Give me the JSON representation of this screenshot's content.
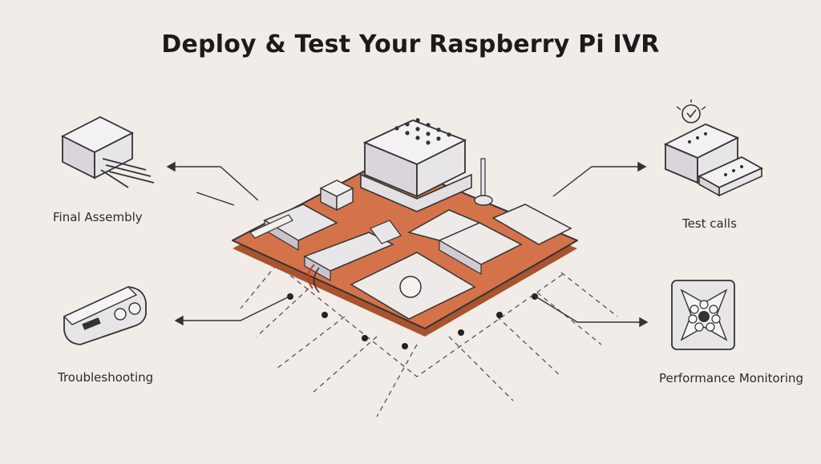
{
  "title": "Deploy & Test Your Raspberry Pi IVR",
  "colors": {
    "background": "#f1ece7",
    "board": "#d4734a",
    "line": "#444444",
    "device_fill": "#e9e6ea",
    "device_shadow": "#b9b4bb"
  },
  "steps": [
    {
      "label": "Final Assembly",
      "icon": "adapter-icon"
    },
    {
      "label": "Troubleshooting",
      "icon": "control-panel-icon"
    },
    {
      "label": "Test calls",
      "icon": "phone-module-icon"
    },
    {
      "label": "Performance Monitoring",
      "icon": "fan-icon"
    }
  ]
}
